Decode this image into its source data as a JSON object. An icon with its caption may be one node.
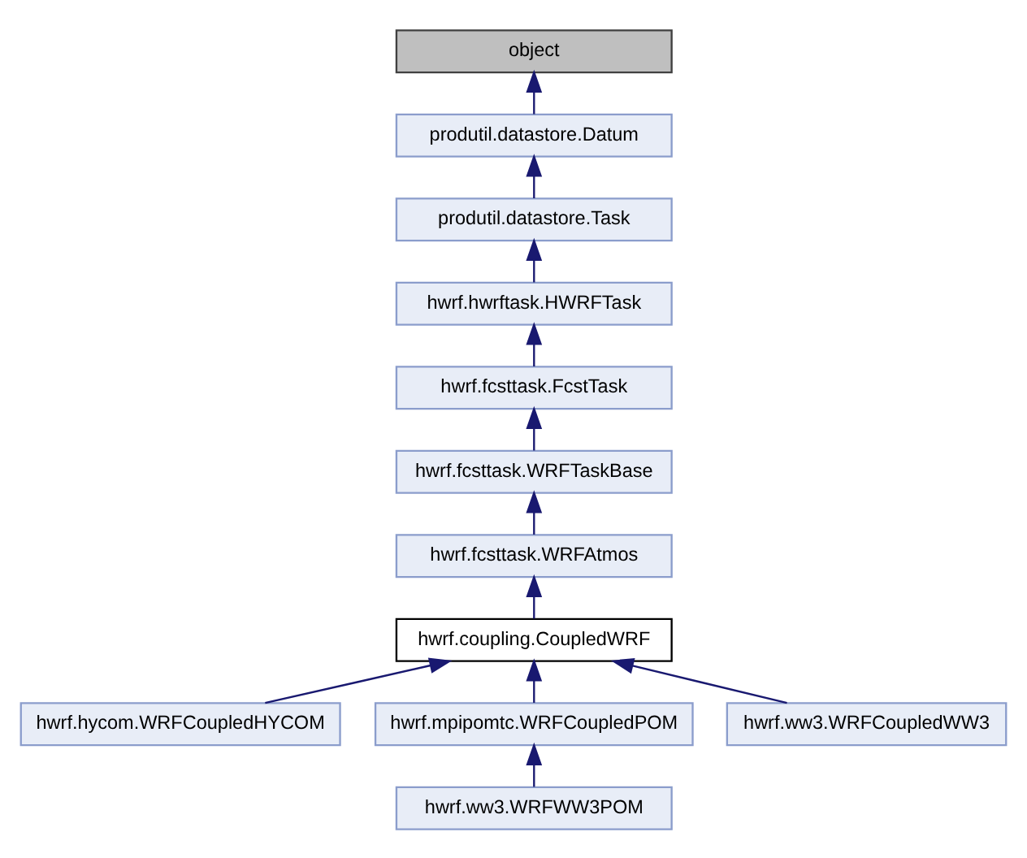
{
  "diagram": {
    "nodes": [
      {
        "text": [
          "object"
        ]
      },
      {
        "text": [
          "produtil.datastore.Datum"
        ]
      },
      {
        "text": [
          "produtil.datastore.Task"
        ]
      },
      {
        "text": [
          "hwrf.hwrftask.HWRFTask"
        ]
      },
      {
        "text": [
          "hwrf.fcsttask.FcstTask"
        ]
      },
      {
        "text": [
          "hwrf.fcsttask.WRFTaskBase"
        ]
      },
      {
        "text": [
          "hwrf.fcsttask.WRFAtmos"
        ]
      },
      {
        "text": [
          "hwrf.coupling.CoupledWRF"
        ]
      },
      {
        "text": [
          "hwrf.hycom.WRFCoupledHYCOM"
        ]
      },
      {
        "text": [
          "hwrf.mpipomtc.WRFCoupledPOM"
        ]
      },
      {
        "text": [
          "hwrf.ww3.WRFCoupledWW3"
        ]
      },
      {
        "text": [
          "hwrf.ww3.WRFWW3POM"
        ]
      }
    ],
    "edges": [
      {
        "from": 1,
        "to": 0,
        "arrow": "to"
      },
      {
        "from": 2,
        "to": 1,
        "arrow": "to"
      },
      {
        "from": 3,
        "to": 2,
        "arrow": "to"
      },
      {
        "from": 4,
        "to": 3,
        "arrow": "to"
      },
      {
        "from": 5,
        "to": 4,
        "arrow": "to"
      },
      {
        "from": 6,
        "to": 5,
        "arrow": "to"
      },
      {
        "from": 7,
        "to": 6,
        "arrow": "to"
      },
      {
        "from": 8,
        "to": 7,
        "arrow": "to"
      },
      {
        "from": 9,
        "to": 7,
        "arrow": "to"
      },
      {
        "from": 10,
        "to": 7,
        "arrow": "to"
      },
      {
        "from": 11,
        "to": 9,
        "arrow": "to"
      }
    ]
  }
}
